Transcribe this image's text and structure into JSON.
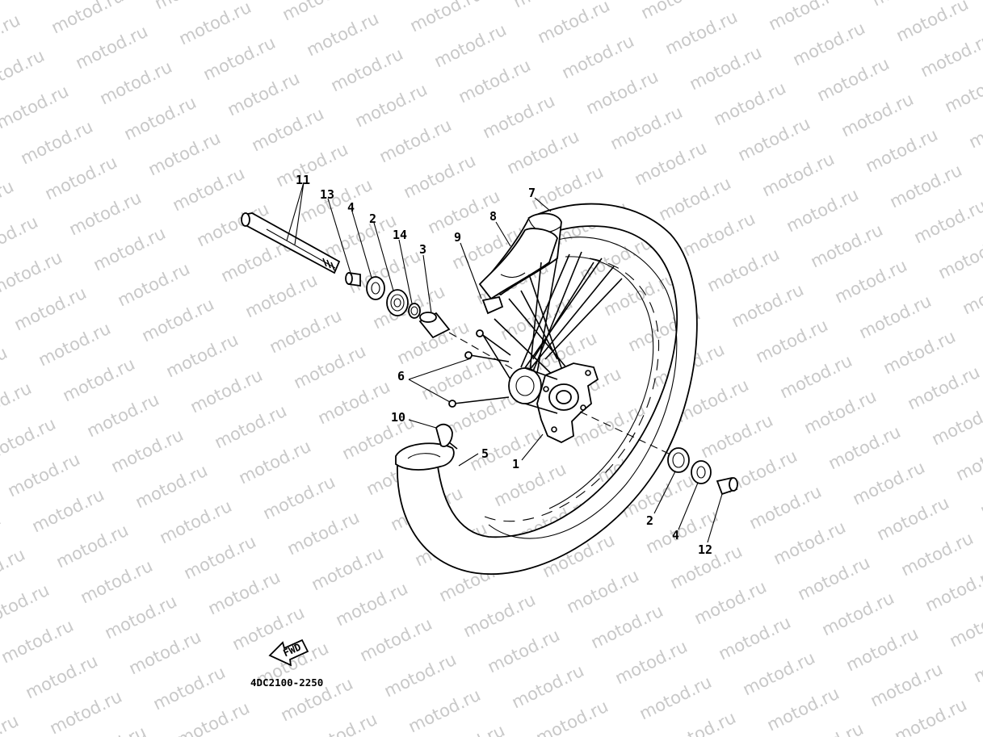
{
  "watermark": "motod.ru",
  "diagram_code": "4DC2100-2250",
  "fwd_label": "FWD",
  "part_labels": {
    "p1": "1",
    "p2a": "2",
    "p2b": "2",
    "p3": "3",
    "p4a": "4",
    "p4b": "4",
    "p5": "5",
    "p6": "6",
    "p7": "7",
    "p8": "8",
    "p9": "9",
    "p10": "10",
    "p11": "11",
    "p12": "12",
    "p13": "13",
    "p14": "14"
  }
}
